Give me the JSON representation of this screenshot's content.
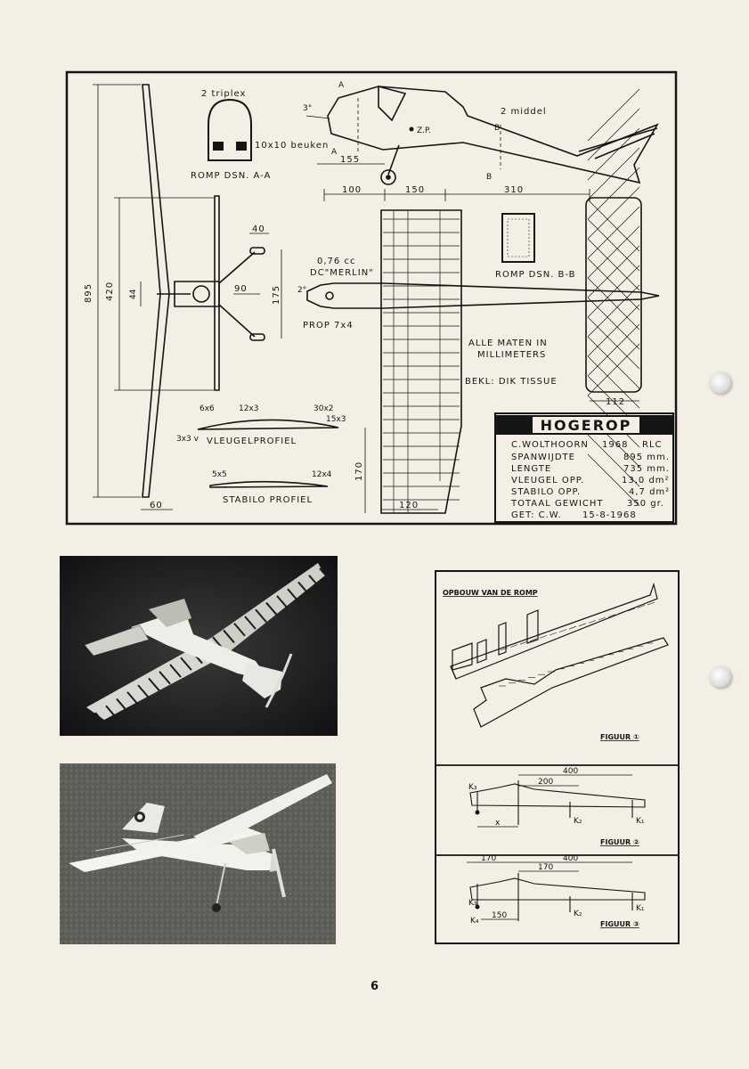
{
  "drawing": {
    "dims": {
      "span": "895",
      "d420": "420",
      "d44": "44",
      "d60": "60",
      "d40": "40",
      "d90": "90",
      "d175": "175",
      "d100": "100",
      "d150": "150",
      "d310": "310",
      "d155": "155",
      "d170": "170",
      "d120": "120",
      "d112": "112"
    },
    "section_aa": {
      "top": "2 triplex",
      "side": "10x10 beuken",
      "title": "ROMP DSN. A-A"
    },
    "section_bb": {
      "title": "ROMP DSN. B-B"
    },
    "side_view": {
      "thrust": "3°",
      "cg": "Z.P.",
      "spars": "2 middel",
      "marks": [
        "A",
        "A",
        "B",
        "B"
      ]
    },
    "engine": {
      "size": "0,76 cc",
      "name": "DC\"MERLIN\"",
      "prop": "PROP 7x4",
      "thrust": "2°"
    },
    "wing_profile": {
      "title": "VLEUGELPROFIEL",
      "l1": "6x6",
      "l2": "12x3",
      "l3": "30x2",
      "l4": "15x3",
      "l5": "3x3 v"
    },
    "stab_profile": {
      "title": "STABILO PROFIEL",
      "l1": "5x5",
      "l2": "12x4"
    },
    "notes": {
      "n1": "ALLE MATEN IN",
      "n2": "MILLIMETERS",
      "n3": "BEKL: DIK TISSUE"
    },
    "title_block": {
      "name": "HOGEROP",
      "designer": "C.WOLTHOORN",
      "year": "1968",
      "club": "RLC",
      "rows": [
        {
          "label": "SPANWIJDTE",
          "value": "895 mm."
        },
        {
          "label": "LENGTE",
          "value": "735 mm."
        },
        {
          "label": "VLEUGEL OPP.",
          "value": "13,0 dm²"
        },
        {
          "label": "STABILO OPP.",
          "value": "4,7 dm²"
        },
        {
          "label": "TOTAAL GEWICHT",
          "value": "350 gr."
        }
      ],
      "drawn": "GET: C.W.",
      "date": "15-8-1968"
    }
  },
  "figures": {
    "f1": {
      "heading": "OPBOUW VAN DE ROMP",
      "caption": "FIGUUR ①"
    },
    "f2": {
      "caption": "FIGUUR ②",
      "d400": "400",
      "d200": "200",
      "x": "x",
      "k1": "K₁",
      "k2": "K₂",
      "k3": "K₃"
    },
    "f3": {
      "caption": "FIGUUR ③",
      "d170a": "170",
      "d400": "400",
      "d170b": "170",
      "d150": "150",
      "k1": "K₁",
      "k2": "K₂",
      "k3": "K₃",
      "k4": "K₄"
    }
  },
  "page_number": "6"
}
